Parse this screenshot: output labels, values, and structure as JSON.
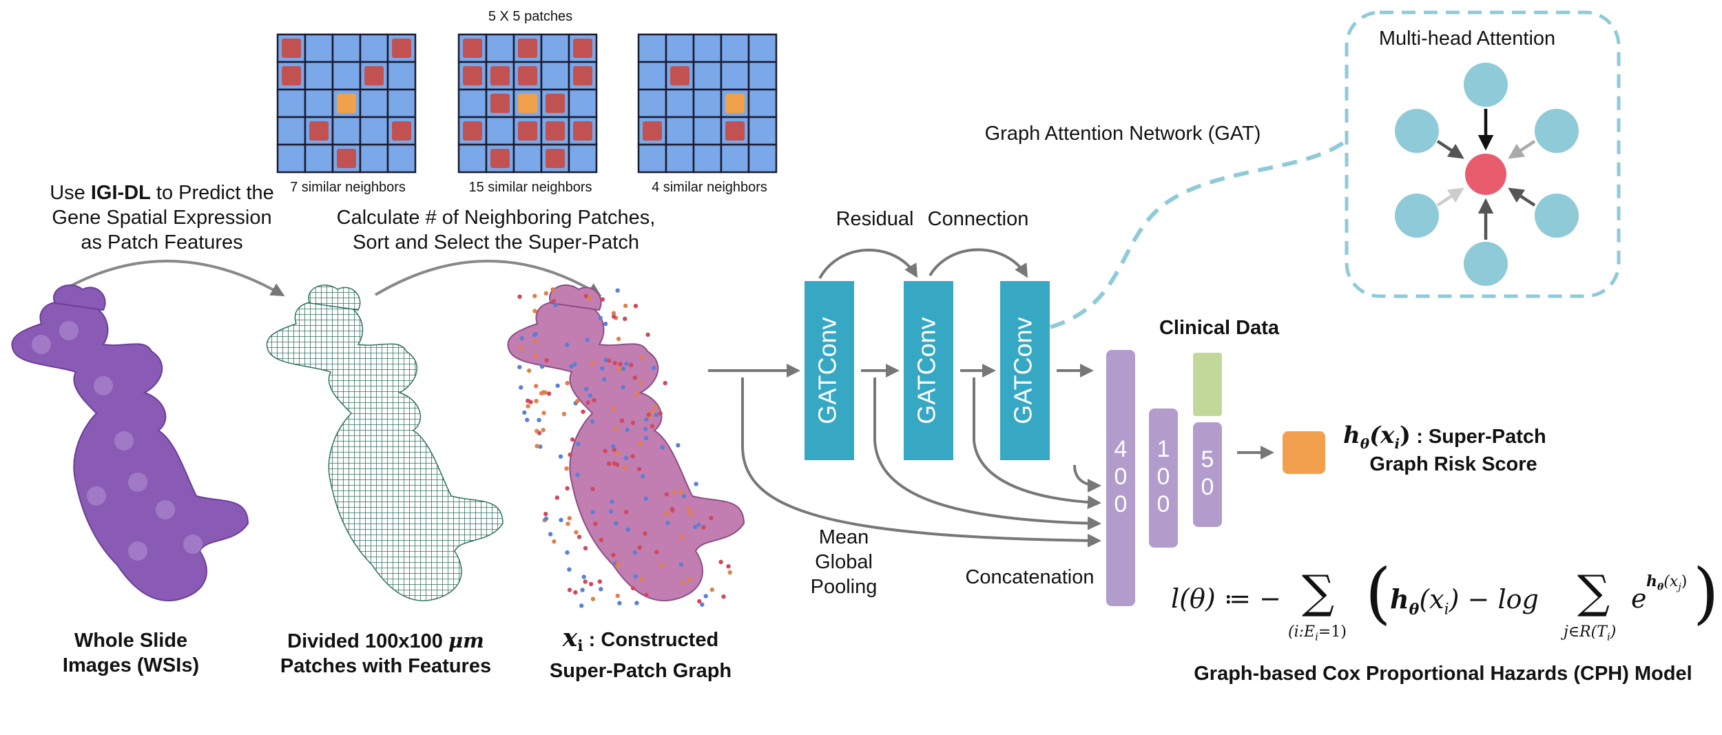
{
  "grids": {
    "title": "5 X 5 patches",
    "items": [
      {
        "caption": "7 similar neighbors",
        "cells": [
          [
            1,
            0,
            0,
            0,
            1
          ],
          [
            1,
            0,
            0,
            1,
            0
          ],
          [
            0,
            0,
            2,
            0,
            0
          ],
          [
            0,
            1,
            0,
            0,
            1
          ],
          [
            0,
            0,
            1,
            0,
            0
          ]
        ]
      },
      {
        "caption": "15 similar neighbors",
        "cells": [
          [
            1,
            0,
            1,
            0,
            1
          ],
          [
            1,
            1,
            1,
            0,
            1
          ],
          [
            0,
            1,
            2,
            1,
            0
          ],
          [
            1,
            0,
            1,
            1,
            1
          ],
          [
            0,
            1,
            0,
            1,
            0
          ]
        ]
      },
      {
        "caption": "4 similar neighbors",
        "cells": [
          [
            0,
            0,
            0,
            0,
            0
          ],
          [
            0,
            1,
            0,
            0,
            0
          ],
          [
            0,
            0,
            0,
            2,
            0
          ],
          [
            1,
            0,
            0,
            1,
            0
          ],
          [
            0,
            0,
            0,
            0,
            0
          ]
        ]
      }
    ],
    "colors": {
      "blue": "#7aa8e8",
      "red": "#c25252",
      "orange": "#f0a14a",
      "border": "#1a1a2e"
    }
  },
  "step1_label": [
    "Use ",
    "IGI-DL",
    " to Predict the",
    "Gene Spatial Expression",
    "as Patch Features"
  ],
  "step2_label": [
    "Calculate # of Neighboring Patches,",
    "Sort and Select the Super-Patch"
  ],
  "panel_captions": {
    "wsi": [
      "Whole Slide",
      "Images (WSIs)"
    ],
    "divided_prefix": "Divided 100x100 ",
    "divided_unit": "μm",
    "divided_line2": "Patches with Features",
    "graph_symbol": "x",
    "graph_sub": "i",
    "graph_line1": " : Constructed",
    "graph_line2": "Super-Patch Graph"
  },
  "gat": {
    "block_label": "GATConv",
    "block_count": 3,
    "residual_left": "Residual",
    "residual_right": "Connection",
    "title": "Graph Attention Network (GAT)",
    "pooling": [
      "Mean",
      "Global",
      "Pooling"
    ],
    "concatenation": "Concatenation",
    "block_color": "#36a8c4"
  },
  "attention": {
    "title": "Multi-head Attention",
    "node_color": "#8ecad8",
    "center_color": "#e85c6e",
    "border_color": "#8ecad8"
  },
  "mlp": {
    "clinical_label": "Clinical Data",
    "layers": [
      "4\n0\n0",
      "1\n0\n0",
      "5\n0"
    ],
    "layer_color": "#b19ccb",
    "clinical_color": "#c2d89a",
    "output_color": "#f2a04e"
  },
  "output": {
    "h": "h",
    "theta": "θ",
    "arg": "(x",
    "arg_sub": "i",
    "arg_close": ")",
    "label1": " : Super-Patch",
    "label2": "Graph Risk Score"
  },
  "loss": {
    "lhs": "l(θ) ≔ −",
    "sigma": "∑",
    "sum1_sub": "(i:E",
    "sum1_sub2": "i",
    "sum1_sub3": "=1)",
    "h": "h",
    "theta": "θ",
    "xi": "(x",
    "xi_sub": "i",
    "minus_log": ") − log",
    "sum2_sub": "j∈R(T",
    "sum2_sub2": "i",
    "sum2_sub3": ")",
    "e": "e",
    "exp": "h",
    "exp_theta": "θ",
    "exp_arg": "(x",
    "exp_arg_sub": "j",
    "exp_close": ")",
    "paren_open": "(",
    "paren_close": ")",
    "title": "Graph-based Cox Proportional Hazards (CPH) Model"
  }
}
